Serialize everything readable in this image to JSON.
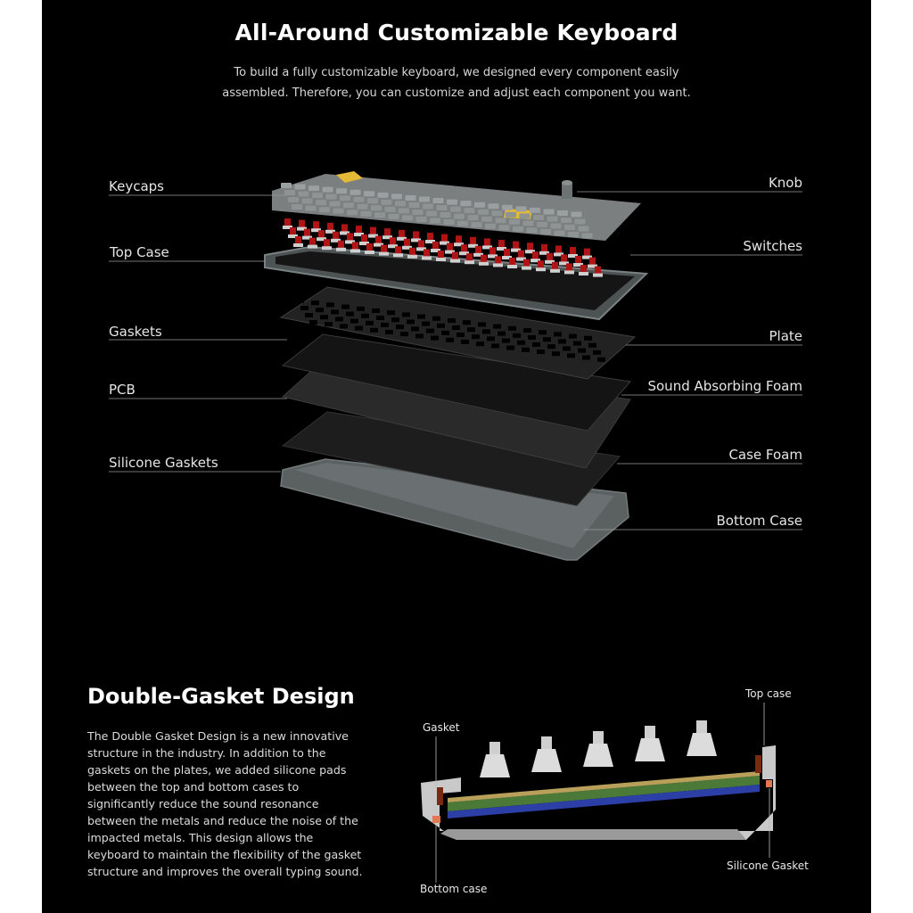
{
  "header": {
    "title": "All-Around Customizable Keyboard",
    "subtitle": "To build a fully customizable keyboard, we designed every component easily assembled. Therefore, you can customize and adjust each component you want."
  },
  "exploded_view": {
    "labels_left": [
      "Keycaps",
      "Top Case",
      "Gaskets",
      "PCB",
      "Silicone Gaskets"
    ],
    "labels_right": [
      "Knob",
      "Switches",
      "Plate",
      "Sound Absorbing Foam",
      "Case Foam",
      "Bottom Case"
    ]
  },
  "double_gasket": {
    "heading": "Double-Gasket Design",
    "description": "The Double Gasket Design is a new innovative structure in the industry. In addition to the gaskets on the plates, we added silicone pads between the top and bottom cases to significantly reduce the sound resonance between the metals and reduce the noise of the impacted metals. This design allows the keyboard to maintain the flexibility of the gasket structure and improves the overall typing sound.",
    "labels": {
      "top_case": "Top case",
      "gasket": "Gasket",
      "bottom_case": "Bottom case",
      "silicone_gasket": "Silicone Gasket"
    }
  },
  "colors": {
    "background": "#000000",
    "accent_yellow": "#e3b935",
    "switch_red": "#b01414",
    "case_gray": "#5a5f60"
  }
}
